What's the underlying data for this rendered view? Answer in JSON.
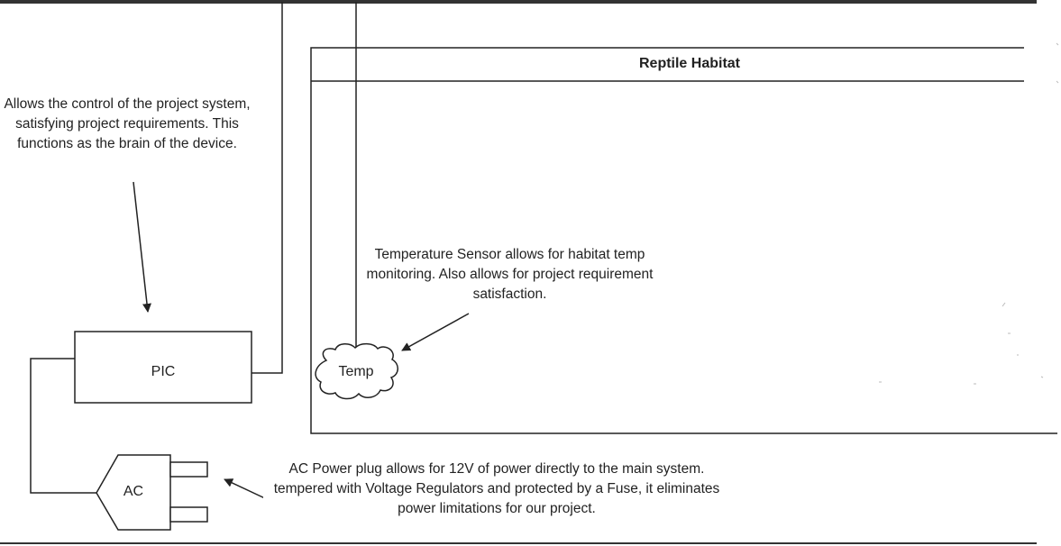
{
  "habitat": {
    "title": "Reptile Habitat"
  },
  "components": {
    "pic": "PIC",
    "temp": "Temp",
    "ac": "AC"
  },
  "annotations": {
    "pic_note": "Allows the control of the project system, satisfying project requirements. This functions as the brain of the device.",
    "temp_note": "Temperature Sensor allows for habitat temp monitoring. Also allows for project requirement satisfaction.",
    "ac_note": "AC Power plug allows for 12V of power directly to the main system. tempered with Voltage Regulators and protected by a Fuse, it eliminates power limitations for our project."
  },
  "colors": {
    "line": "#222222",
    "frame": "#333333",
    "background": "#ffffff"
  }
}
